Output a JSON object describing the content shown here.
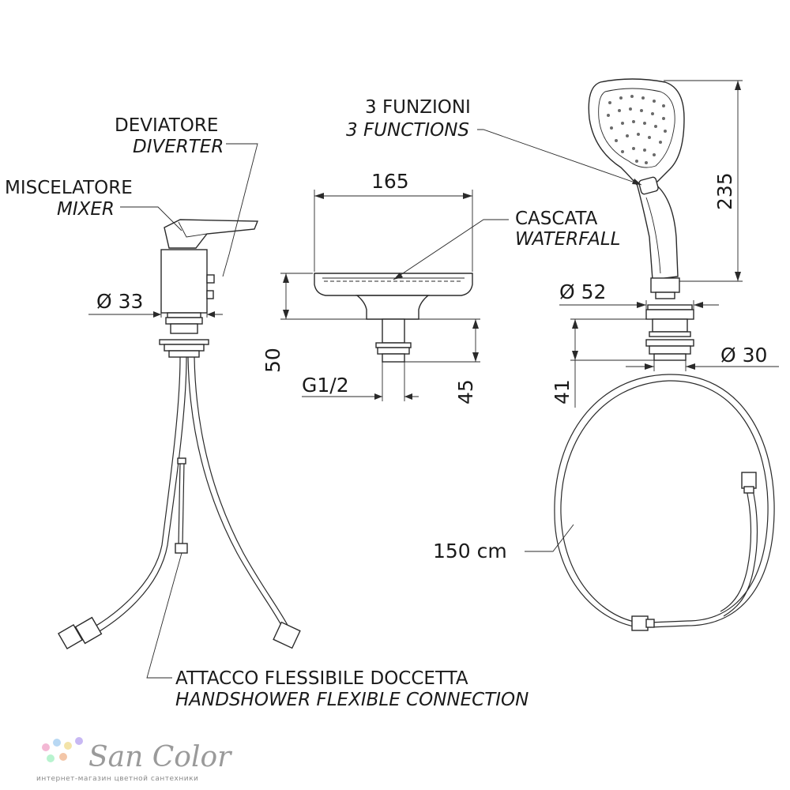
{
  "labels": {
    "diverter_it": "DEVIATORE",
    "diverter_en": "DIVERTER",
    "mixer_it": "MISCELATORE",
    "mixer_en": "MIXER",
    "functions_it": "3 FUNZIONI",
    "functions_en": "3 FUNCTIONS",
    "waterfall_it": "CASCATA",
    "waterfall_en": "WATERFALL",
    "connection_it": "ATTACCO FLESSIBILE  DOCCETTA",
    "connection_en": "HANDSHOWER FLEXIBLE CONNECTION"
  },
  "dimensions": {
    "mixer_diameter": "Ø 33",
    "spout_width": "165",
    "spout_height": "50",
    "spout_thread": "G1/2",
    "spout_shank": "45",
    "handshower_length": "235",
    "holder_diameter": "Ø 52",
    "holder_shank_diameter": "Ø 30",
    "holder_height": "41",
    "hose_length": "150 cm"
  },
  "branding": {
    "logo": "San Color",
    "tagline": "интернет-магазин цветной сантехники",
    "dot_colors": [
      "#f3b8d4",
      "#b8d8f3",
      "#f3e3a8",
      "#c8b8f3",
      "#b8f3cf",
      "#f3c6a8"
    ]
  }
}
